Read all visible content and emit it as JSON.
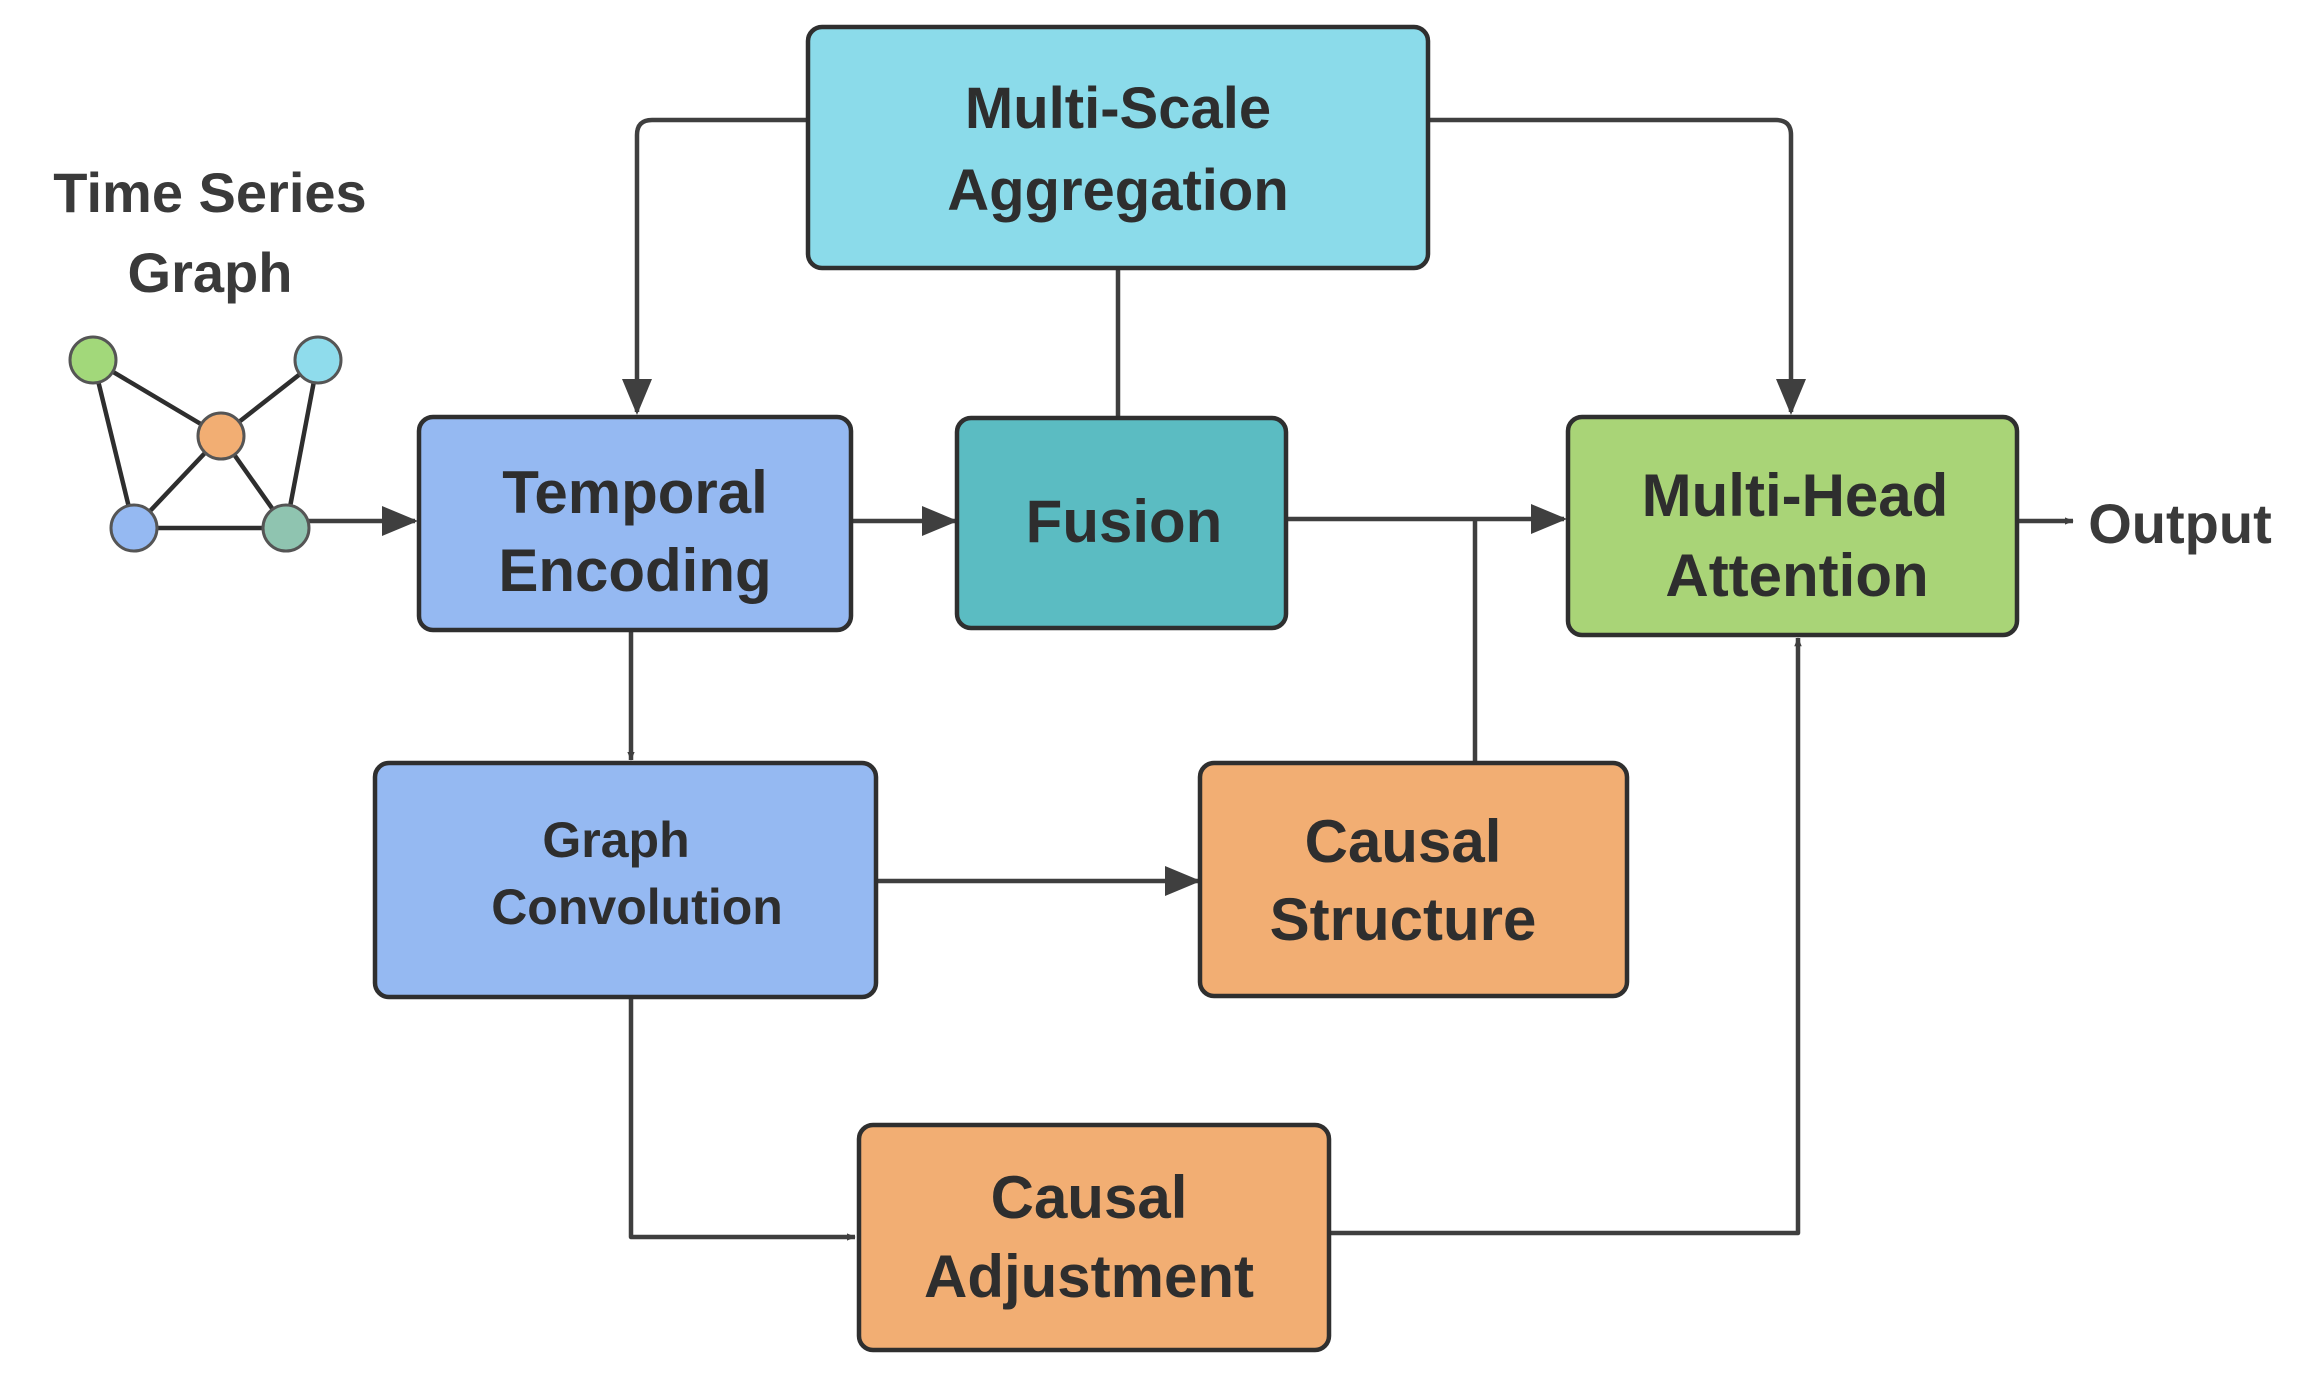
{
  "colors": {
    "multi_scale": "#8bdbea",
    "fusion": "#5bbcc2",
    "blue_box": "#95b9f2",
    "orange_box": "#f2ae73",
    "green_box": "#a9d477",
    "line": "#3f3f3f",
    "node_green": "#a2d87a",
    "node_cyan": "#8fdcec",
    "node_orange": "#f2ae73",
    "node_blue": "#95b9f2",
    "node_teal": "#8fc4b0"
  },
  "input": {
    "title_line1": "Time Series",
    "title_line2": "Graph"
  },
  "boxes": {
    "multi_scale": {
      "line1": "Multi-Scale",
      "line2": "Aggregation"
    },
    "temporal": {
      "line1": "Temporal",
      "line2": "Encoding"
    },
    "fusion": {
      "line1": "Fusion"
    },
    "multi_head": {
      "line1": "Multi-Head",
      "line2": "Attention"
    },
    "graph_conv": {
      "line1": "Graph",
      "line2": "Convolution"
    },
    "causal_structure": {
      "line1": "Causal",
      "line2": "Structure"
    },
    "causal_adjustment": {
      "line1": "Causal",
      "line2": "Adjustment"
    }
  },
  "output": {
    "label": "Output"
  }
}
